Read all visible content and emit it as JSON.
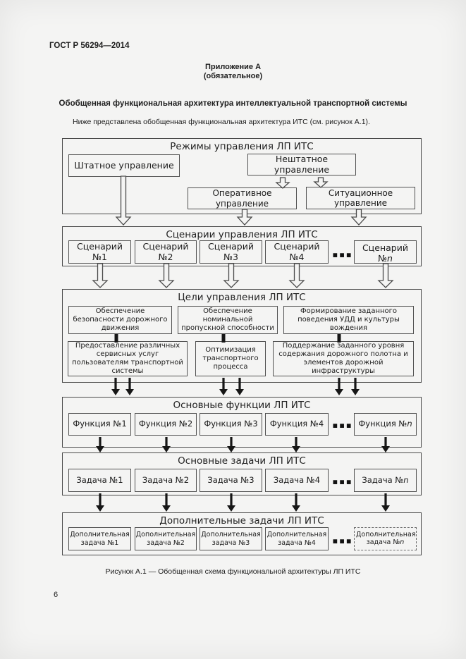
{
  "document": {
    "doc_number": "ГОСТ Р 56294—2014",
    "appendix_label": "Приложение А",
    "appendix_note": "(обязательное)",
    "section_title": "Обобщенная функциональная архитектура интеллектуальной транспортной системы",
    "intro_text": "Ниже представлена обобщенная функциональная архитектура ИТС (см. рисунок А.1).",
    "figure_caption": "Рисунок А.1 — Обобщенная схема функциональной архитектуры ЛП ИТС",
    "page_number": "6"
  },
  "diagram": {
    "modes": {
      "title": "Режимы управления ЛП ИТС",
      "regular": "Штатное управление",
      "irregular": "Нештатное управление",
      "operational": "Оперативное управление",
      "situational": "Ситуационное управление"
    },
    "scenarios": {
      "title": "Сценарии управления ЛП ИТС",
      "items": [
        "Сценарий №1",
        "Сценарий №2",
        "Сценарий №3",
        "Сценарий №4"
      ],
      "ellipsis": "■ ■ ■",
      "nth_prefix": "Сценарий №",
      "nth_var": "n"
    },
    "goals": {
      "title": "Цели управления ЛП ИТС",
      "row1": [
        "Обеспечение безопасности дорожного движения",
        "Обеспечение номинальной пропускной способности",
        "Формирование заданного поведения УДД и культуры вождения"
      ],
      "row2": [
        "Предоставление различных сервисных услуг пользователям транспортной системы",
        "Оптимизация транспортного процесса",
        "Поддержание заданного уровня содержания дорожного полотна и элементов дорожной инфраструктуры"
      ]
    },
    "functions": {
      "title": "Основные функции ЛП ИТС",
      "items": [
        "Функция №1",
        "Функция №2",
        "Функция №3",
        "Функция №4"
      ],
      "ellipsis": "■ ■ ■",
      "nth_prefix": "Функция №",
      "nth_var": "n"
    },
    "tasks": {
      "title": "Основные задачи ЛП ИТС",
      "items": [
        "Задача №1",
        "Задача №2",
        "Задача №3",
        "Задача №4"
      ],
      "ellipsis": "■ ■ ■",
      "nth_prefix": "Задача №",
      "nth_var": "n"
    },
    "addtasks": {
      "title": "Дополнительные задачи ЛП ИТС",
      "items": [
        "Дополнительная задача №1",
        "Дополнительная задача №2",
        "Дополнительная задача №3",
        "Дополнительная задача №4"
      ],
      "ellipsis": "■ ■ ■",
      "nth_prefix": "Дополнительная задача №",
      "nth_var": "n"
    }
  }
}
